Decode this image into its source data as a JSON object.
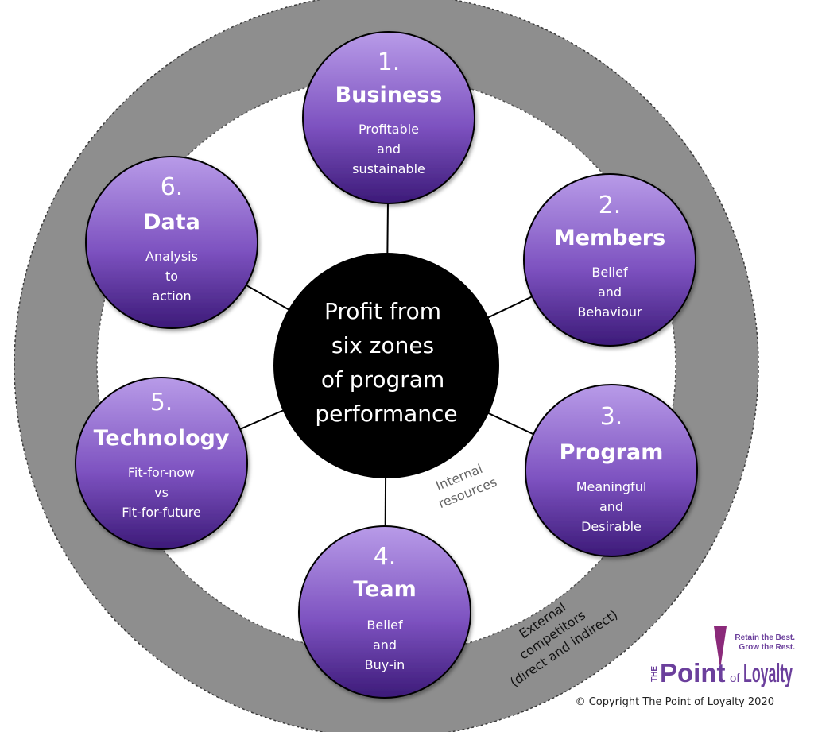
{
  "colors": {
    "ring": "#8e8e8e",
    "zone_top": "#b89be8",
    "zone_bottom": "#3c1a78",
    "center": "#000000",
    "logo": "#6b3f9c"
  },
  "center": {
    "lines": [
      "Profit from",
      "six zones",
      "of program",
      "performance"
    ]
  },
  "zones": [
    {
      "number": "1.",
      "title": "Business",
      "lines": [
        "Profitable",
        "and",
        "sustainable"
      ]
    },
    {
      "number": "2.",
      "title": "Members",
      "lines": [
        "Belief",
        "and",
        "Behaviour"
      ]
    },
    {
      "number": "3.",
      "title": "Program",
      "lines": [
        "Meaningful",
        "and",
        "Desirable"
      ]
    },
    {
      "number": "4.",
      "title": "Team",
      "lines": [
        "Belief",
        "and",
        "Buy-in"
      ]
    },
    {
      "number": "5.",
      "title": "Technology",
      "lines": [
        "Fit-for-now",
        "vs",
        "Fit-for-future"
      ]
    },
    {
      "number": "6.",
      "title": "Data",
      "lines": [
        "Analysis",
        "to",
        "action"
      ]
    }
  ],
  "internal_label": [
    "Internal",
    "resources"
  ],
  "external_label": [
    "External",
    "competitors",
    "(direct and indirect)"
  ],
  "logo": {
    "tagline_1": "Retain the Best.",
    "tagline_2": "Grow the Rest.",
    "the": "THE",
    "point": "Point",
    "of": "of",
    "loyalty": "Loyalty"
  },
  "copyright": "© Copyright The Point of Loyalty 2020"
}
